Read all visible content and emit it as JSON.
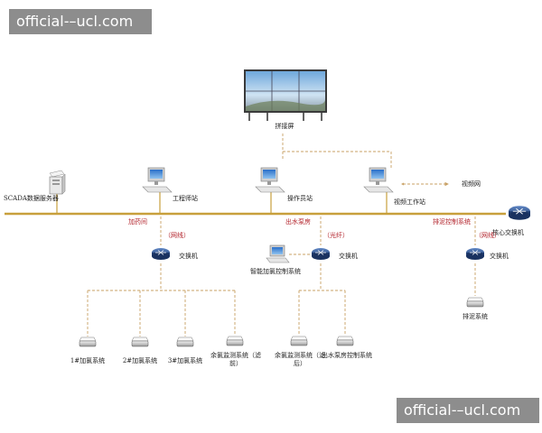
{
  "watermark": {
    "text": "official-–ucl.com"
  },
  "colors": {
    "backbone": "#c8a03c",
    "dashed": "#c8a064",
    "switch": "#2d4f8a",
    "label_red": "#b2222a",
    "label_dark": "#222222"
  },
  "nodes": {
    "display": {
      "label": "拼接屏",
      "icon": "video-wall-icon"
    },
    "scada": {
      "label": "SCADA数据服务器",
      "icon": "server-icon"
    },
    "engineer": {
      "label": "工程师站",
      "icon": "workstation-icon"
    },
    "operator": {
      "label": "操作员站",
      "icon": "workstation-icon"
    },
    "video_ws": {
      "label": "视频工作站",
      "icon": "workstation-icon"
    },
    "video_net": {
      "label": "视频网"
    },
    "core_switch": {
      "label": "核心交换机",
      "icon": "switch-icon"
    },
    "area1": {
      "label": "加药间",
      "net": "（网线）"
    },
    "area2": {
      "label": "出水泵房",
      "net": "（光纤）"
    },
    "area3": {
      "label": "排泥控制系统",
      "net": "（网线）"
    },
    "switch1": {
      "label": "交换机"
    },
    "switch2": {
      "label": "交换机"
    },
    "switch3": {
      "label": "交换机"
    },
    "smart_chlor": {
      "label": "智能加氯控制系统"
    },
    "dev1": {
      "label": "1#加氯系统"
    },
    "dev2": {
      "label": "2#加氯系统"
    },
    "dev3": {
      "label": "3#加氯系统"
    },
    "dev4": {
      "label": "余氯监测系统（滤前）"
    },
    "dev5": {
      "label": "余氯监测系统（滤后）"
    },
    "dev6": {
      "label": "出水泵房控制系统"
    },
    "dev7": {
      "label": "排泥系统"
    }
  }
}
